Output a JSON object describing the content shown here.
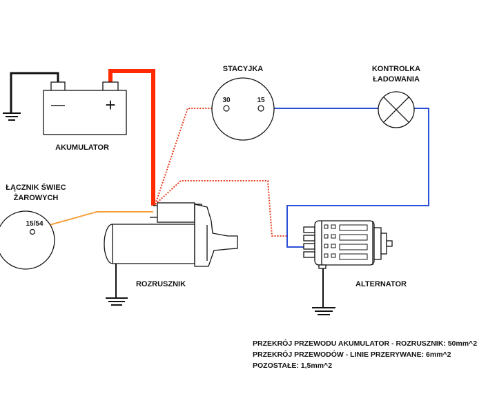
{
  "components": {
    "battery": {
      "label": "AKUMULATOR",
      "minus_sign": "—",
      "plus_sign": "+"
    },
    "ignition_switch": {
      "label": "STACYJKA",
      "terminal_a": "30",
      "terminal_b": "15"
    },
    "charging_lamp": {
      "label_line1": "KONTROLKA",
      "label_line2": "ŁADOWANIA"
    },
    "glow_plug_switch": {
      "label_line1": "ŁĄCZNIK ŚWIEC",
      "label_line2": "ŻAROWYCH",
      "terminal": "15/54"
    },
    "starter": {
      "label": "ROZRUSZNIK"
    },
    "alternator": {
      "label": "ALTERNATOR"
    }
  },
  "notes": {
    "line1": "PRZEKRÓJ PRZEWODU AKUMULATOR - ROZRUSZNIK: 50mm^2",
    "line2": "PRZEKRÓJ PRZEWODÓW - LINIE PRZERYWANE: 6mm^2",
    "line3": "POZOSTAŁE: 1,5mm^2"
  },
  "colors": {
    "main_cable": "#ff2a00",
    "dashed_red": "#e8381a",
    "blue": "#2b4fd6",
    "orange": "#f5a03a",
    "ground": "#111111"
  }
}
